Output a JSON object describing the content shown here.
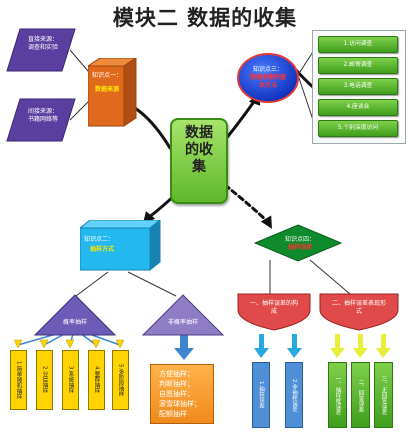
{
  "title": "模块二   数据的收集",
  "center": "数据的收集",
  "sources": {
    "first": "直接来源：调查和实验",
    "second": "间接来源：书籍网络等"
  },
  "knowledge1": {
    "label": "知识点一：",
    "topic": "数据来源"
  },
  "knowledge3": {
    "label": "知识点三：",
    "topic": "数据收集的基本方法",
    "items": [
      "1.访问调查",
      "2.邮寄调查",
      "3.电话调查",
      "4.座谈会",
      "5.个别深度访问"
    ]
  },
  "knowledge2": {
    "label": "知识点二：",
    "topic": "抽样方式",
    "probability": "概率抽样",
    "nonprobability": "非概率抽样",
    "prob_methods": [
      "1.简单随机抽样",
      "2.分层抽样",
      "3.系统抽样",
      "4.整群抽样",
      "5.多阶段抽样"
    ],
    "nonprob_methods": [
      "方便抽样；",
      "判断抽样；",
      "自愿抽样；",
      "滚雪球抽样；",
      "配额抽样"
    ]
  },
  "knowledge4": {
    "label": "知识点四：",
    "topic": "抽样误差",
    "structure": "一、抽样误差的构成",
    "forms": "二、抽样误差表现形式",
    "structure_items": [
      "1.抽样误差",
      "2.非抽样误差"
    ],
    "form_items": [
      "一、抽样框误差",
      "二、回答误差",
      "三、无回答误差"
    ]
  },
  "colors": {
    "purple": "#5a3fa0",
    "orange": "#e06a1c",
    "green": "#4aa524",
    "blue": "#3e86d0",
    "red": "#d93a3a",
    "yellow": "#ffd400",
    "center_green": "#7fd04a"
  }
}
